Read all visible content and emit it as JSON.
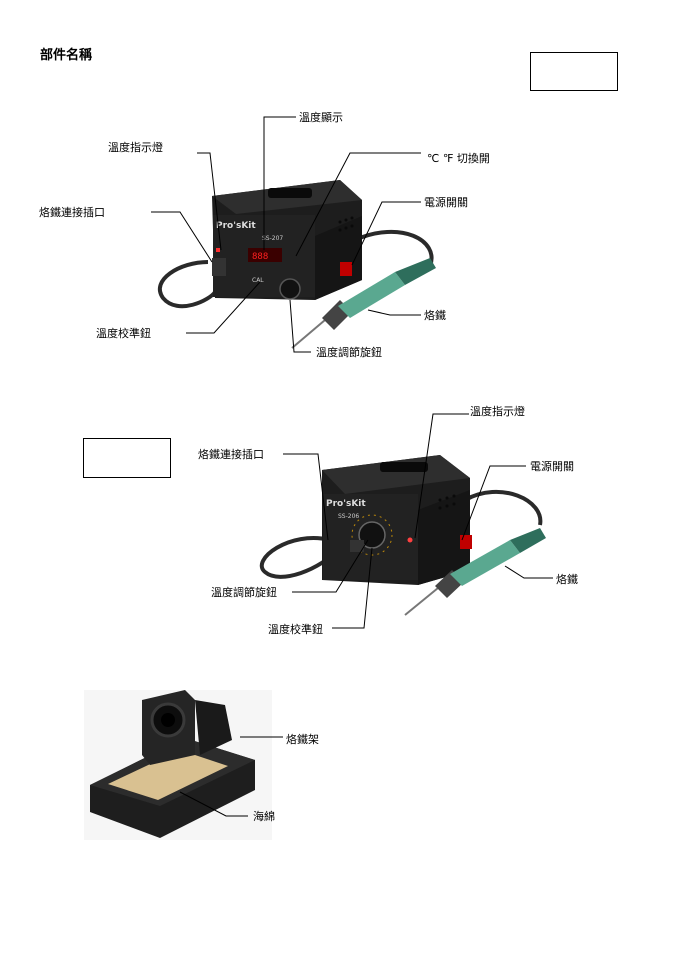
{
  "heading": "部件名稱",
  "figure1": {
    "labels": {
      "temp_display": "溫度顯示",
      "temp_indicator": "溫度指示燈",
      "c_f_switch": "℃  ℉  切換開",
      "power_switch": "電源開關",
      "iron_socket": "烙鐵連接插口",
      "calibration_knob": "溫度校準鈕",
      "temp_adjust_knob": "溫度調節旋鈕",
      "soldering_iron": "烙鐵"
    },
    "device": {
      "brand": "Pro'sKit",
      "model": "SS-207",
      "knob_label": "CAL"
    }
  },
  "figure2": {
    "labels": {
      "temp_indicator": "溫度指示燈",
      "iron_socket": "烙鐵連接插口",
      "power_switch": "電源開關",
      "soldering_iron": "烙鐵",
      "temp_adjust_knob": "溫度調節旋鈕",
      "calibration_knob": "溫度校準鈕"
    },
    "device": {
      "brand": "Pro'sKit",
      "model": "SS-206"
    }
  },
  "figure3": {
    "labels": {
      "iron_stand": "烙鐵架",
      "sponge": "海綿"
    }
  }
}
